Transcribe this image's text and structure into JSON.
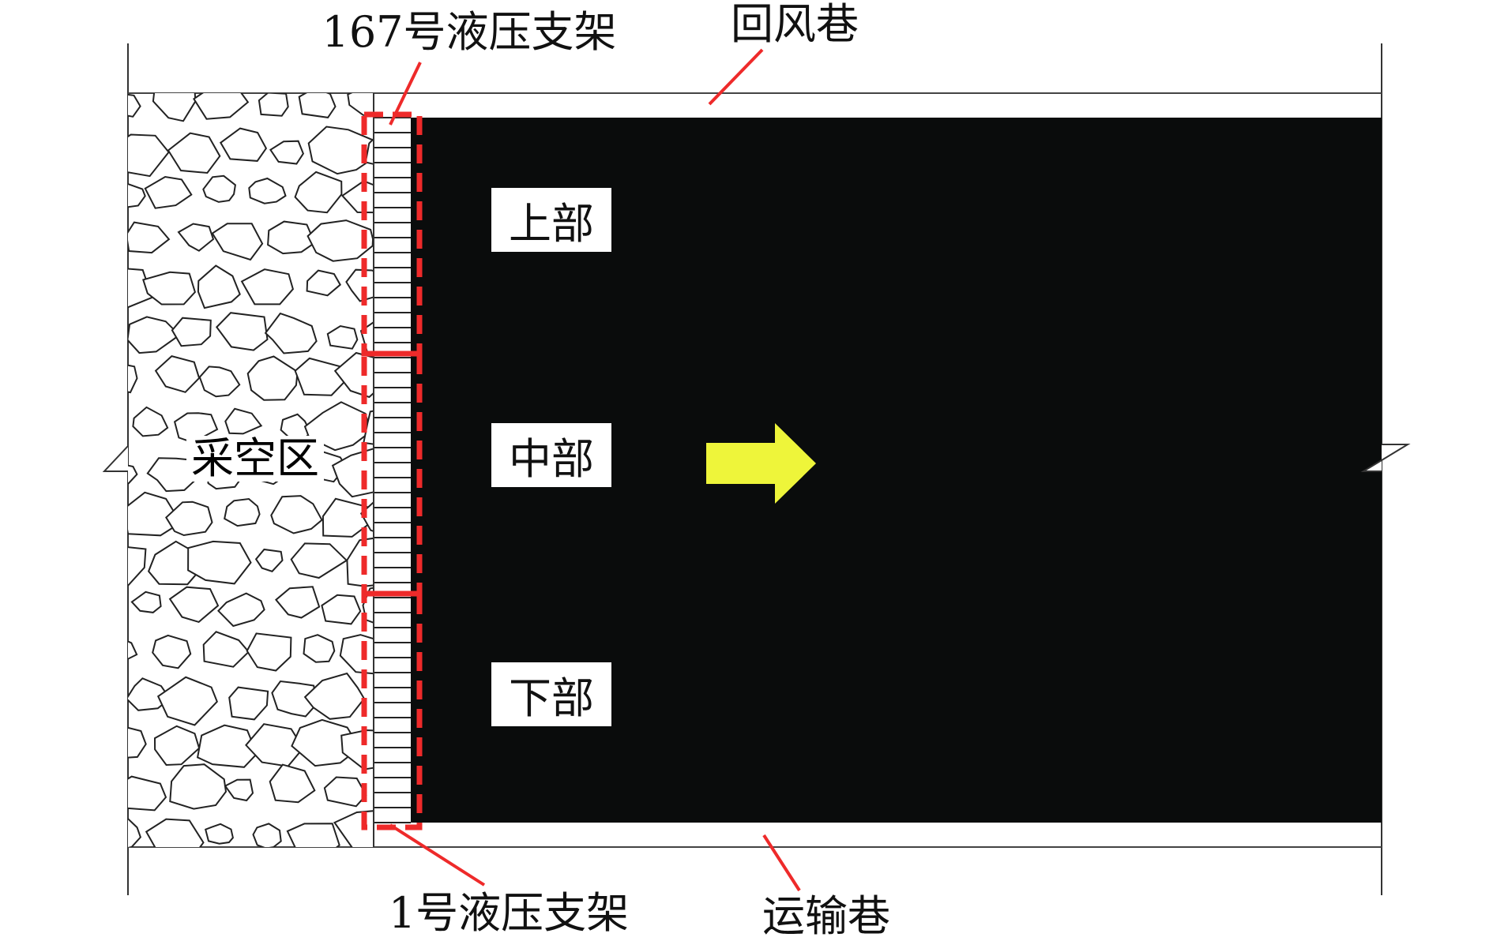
{
  "labels": {
    "support_top": "167号液压支架",
    "support_bottom": "1号液压支架",
    "return_roadway": "回风巷",
    "haulage_roadway": "运输巷",
    "goaf": "采空区"
  },
  "zones": [
    {
      "label": "上部"
    },
    {
      "label": "中部"
    },
    {
      "label": "下部"
    }
  ],
  "colors": {
    "coal": "#0a0c0c",
    "dashed_box": "#ee2a2a",
    "leader": "#ee2a2a",
    "advance_arrow": "#eef53a"
  },
  "advance_direction": "right"
}
